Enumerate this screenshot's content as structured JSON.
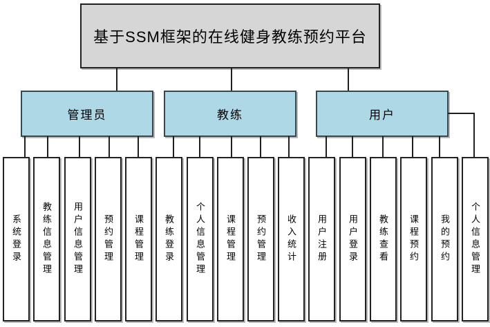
{
  "diagram": {
    "title": "基于SSM框架的在线健身教练预约平台",
    "groups": [
      {
        "label": "管理员",
        "tasks": [
          "系统登录",
          "教练信息管理",
          "用户信息管理",
          "预约管理",
          "课程管理"
        ]
      },
      {
        "label": "教练",
        "tasks": [
          "教练登录",
          "个人信息管理",
          "课程管理",
          "预约管理",
          "收入统计"
        ]
      },
      {
        "label": "用户",
        "tasks": [
          "用户注册",
          "用户登录",
          "教练查看",
          "课程预约",
          "我的预约",
          "个人信息管理"
        ]
      }
    ],
    "colors": {
      "title_fill": "#d6d6d6",
      "group_fill": "#aed8e6",
      "task_fill": "#ffffff",
      "border": "#212121",
      "connector": "#1f1f1f"
    }
  }
}
